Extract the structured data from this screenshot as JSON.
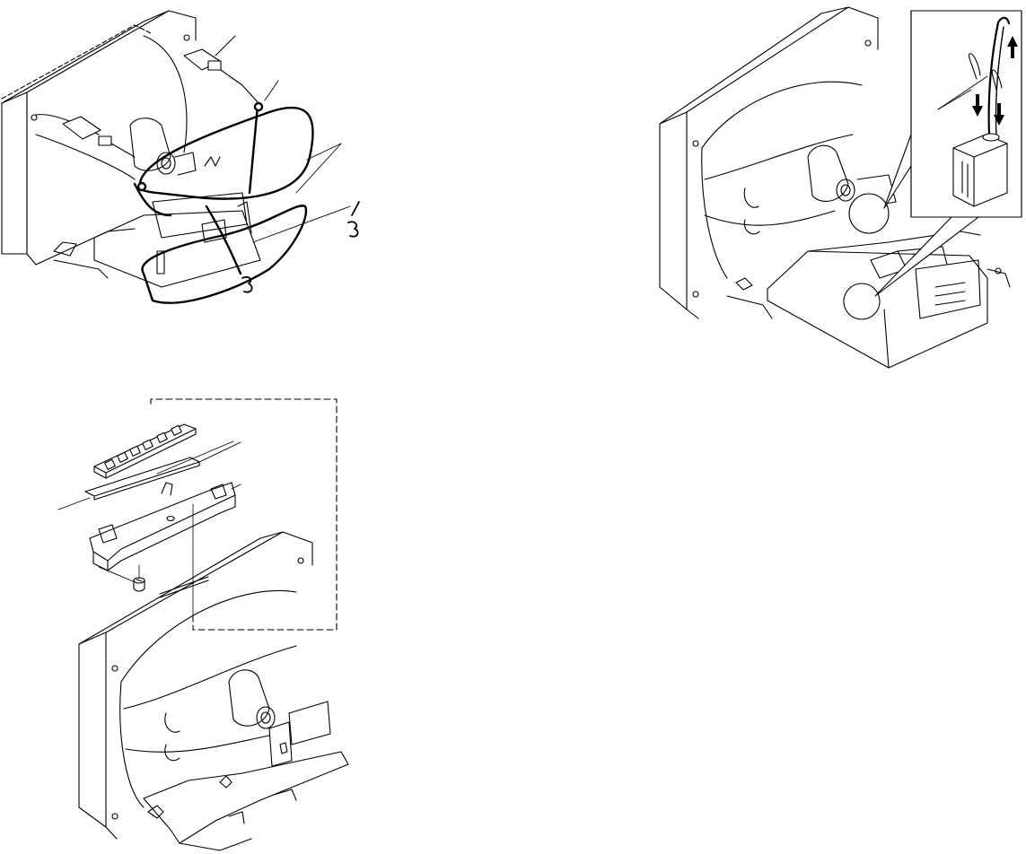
{
  "figures": [
    {
      "id": "yoke-cable-removal"
    },
    {
      "id": "anode-cap-detail"
    },
    {
      "id": "panel-bracket-assembly"
    }
  ],
  "colors": {
    "ink": "#000000",
    "paper": "#ffffff"
  }
}
